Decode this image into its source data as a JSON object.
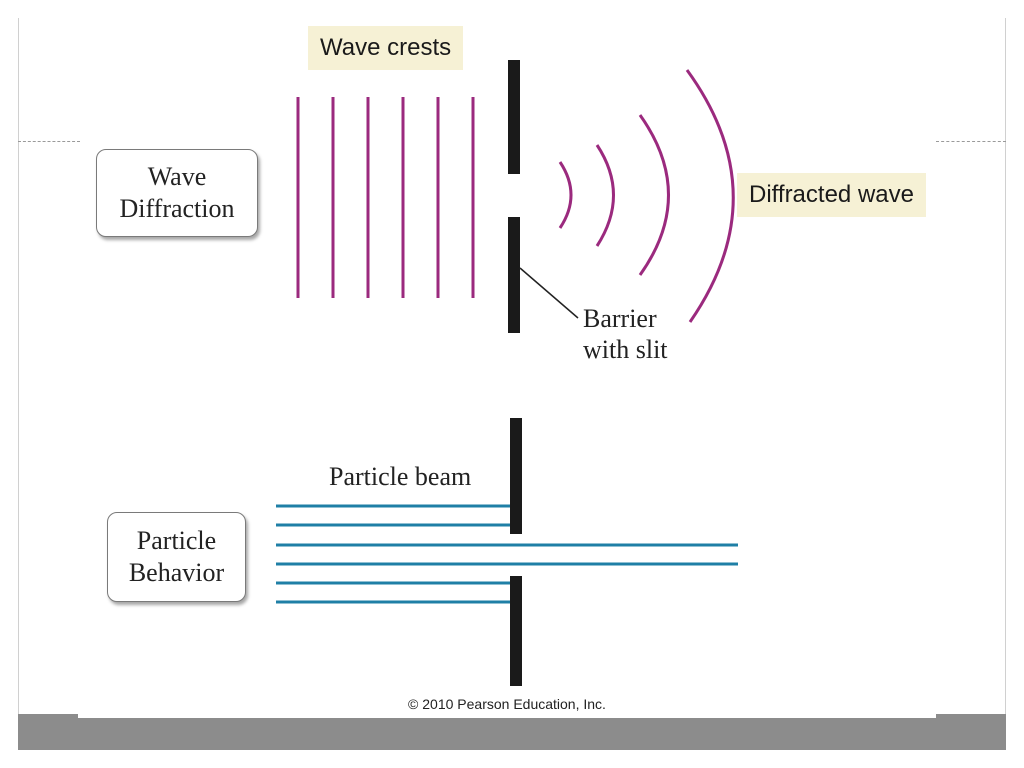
{
  "wave_section": {
    "box_label": "Wave\nDiffraction",
    "crests_label": "Wave crests",
    "diffracted_label": "Diffracted wave",
    "barrier_label": "Barrier\nwith slit"
  },
  "particle_section": {
    "box_label": "Particle\nBehavior",
    "beam_label": "Particle beam"
  },
  "footer": {
    "copyright": "© 2010 Pearson Education, Inc."
  },
  "colors": {
    "wave": "#9b2a7e",
    "beam": "#1f7fa6",
    "barrier": "#1a1a1a",
    "label_highlight": "#f6f1d5"
  }
}
